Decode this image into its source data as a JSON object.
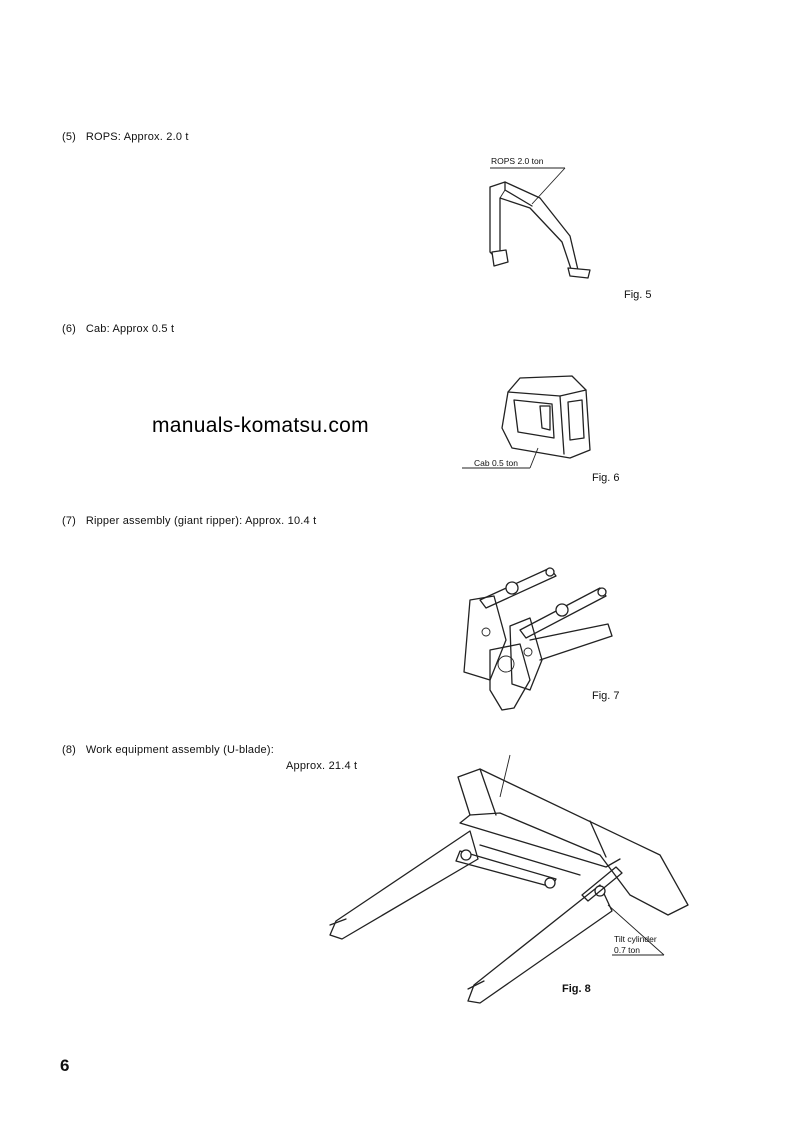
{
  "items": [
    {
      "number": "(5)",
      "text": "ROPS: Approx. 2.0 t"
    },
    {
      "number": "(6)",
      "text": "Cab: Approx 0.5 t"
    },
    {
      "number": "(7)",
      "text": "Ripper assembly (giant ripper): Approx. 10.4 t"
    },
    {
      "number": "(8)",
      "text": "Work equipment assembly (U-blade):",
      "continuation": "Approx. 21.4 t"
    }
  ],
  "figures": [
    {
      "caption": "Fig. 5",
      "callouts": [
        "ROPS 2.0 ton"
      ]
    },
    {
      "caption": "Fig. 6",
      "callouts": [
        "Cab 0.5 ton"
      ]
    },
    {
      "caption": "Fig. 7",
      "callouts": []
    },
    {
      "caption": "Fig. 8",
      "callouts": [
        "Tilt cylinder",
        "0.7 ton"
      ]
    }
  ],
  "watermark": "manuals-komatsu.com",
  "page_number": "6"
}
